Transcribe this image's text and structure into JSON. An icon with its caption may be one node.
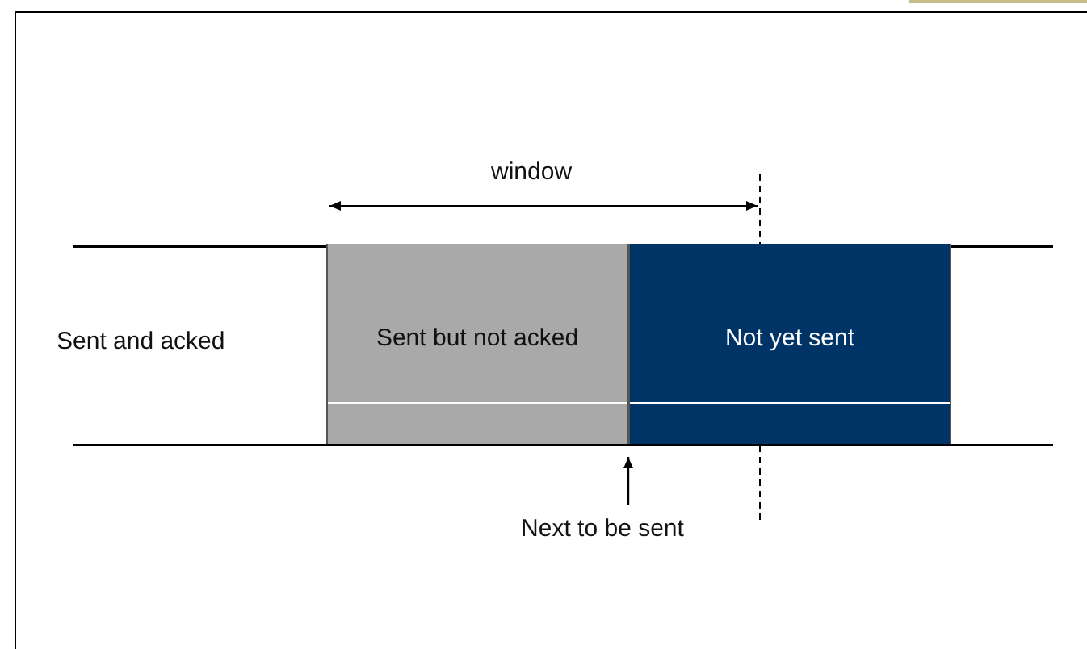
{
  "diagram": {
    "nodes": [
      {
        "text": [
          "Sent but not acked"
        ]
      },
      {
        "text": [
          "Not yet sent"
        ]
      },
      {
        "text": [
          "Next to be sent"
        ]
      }
    ],
    "edges": [
      {
        "from": 2,
        "to": 0,
        "arrow": "to"
      }
    ],
    "labels": [
      "window",
      "Sent and acked"
    ]
  }
}
